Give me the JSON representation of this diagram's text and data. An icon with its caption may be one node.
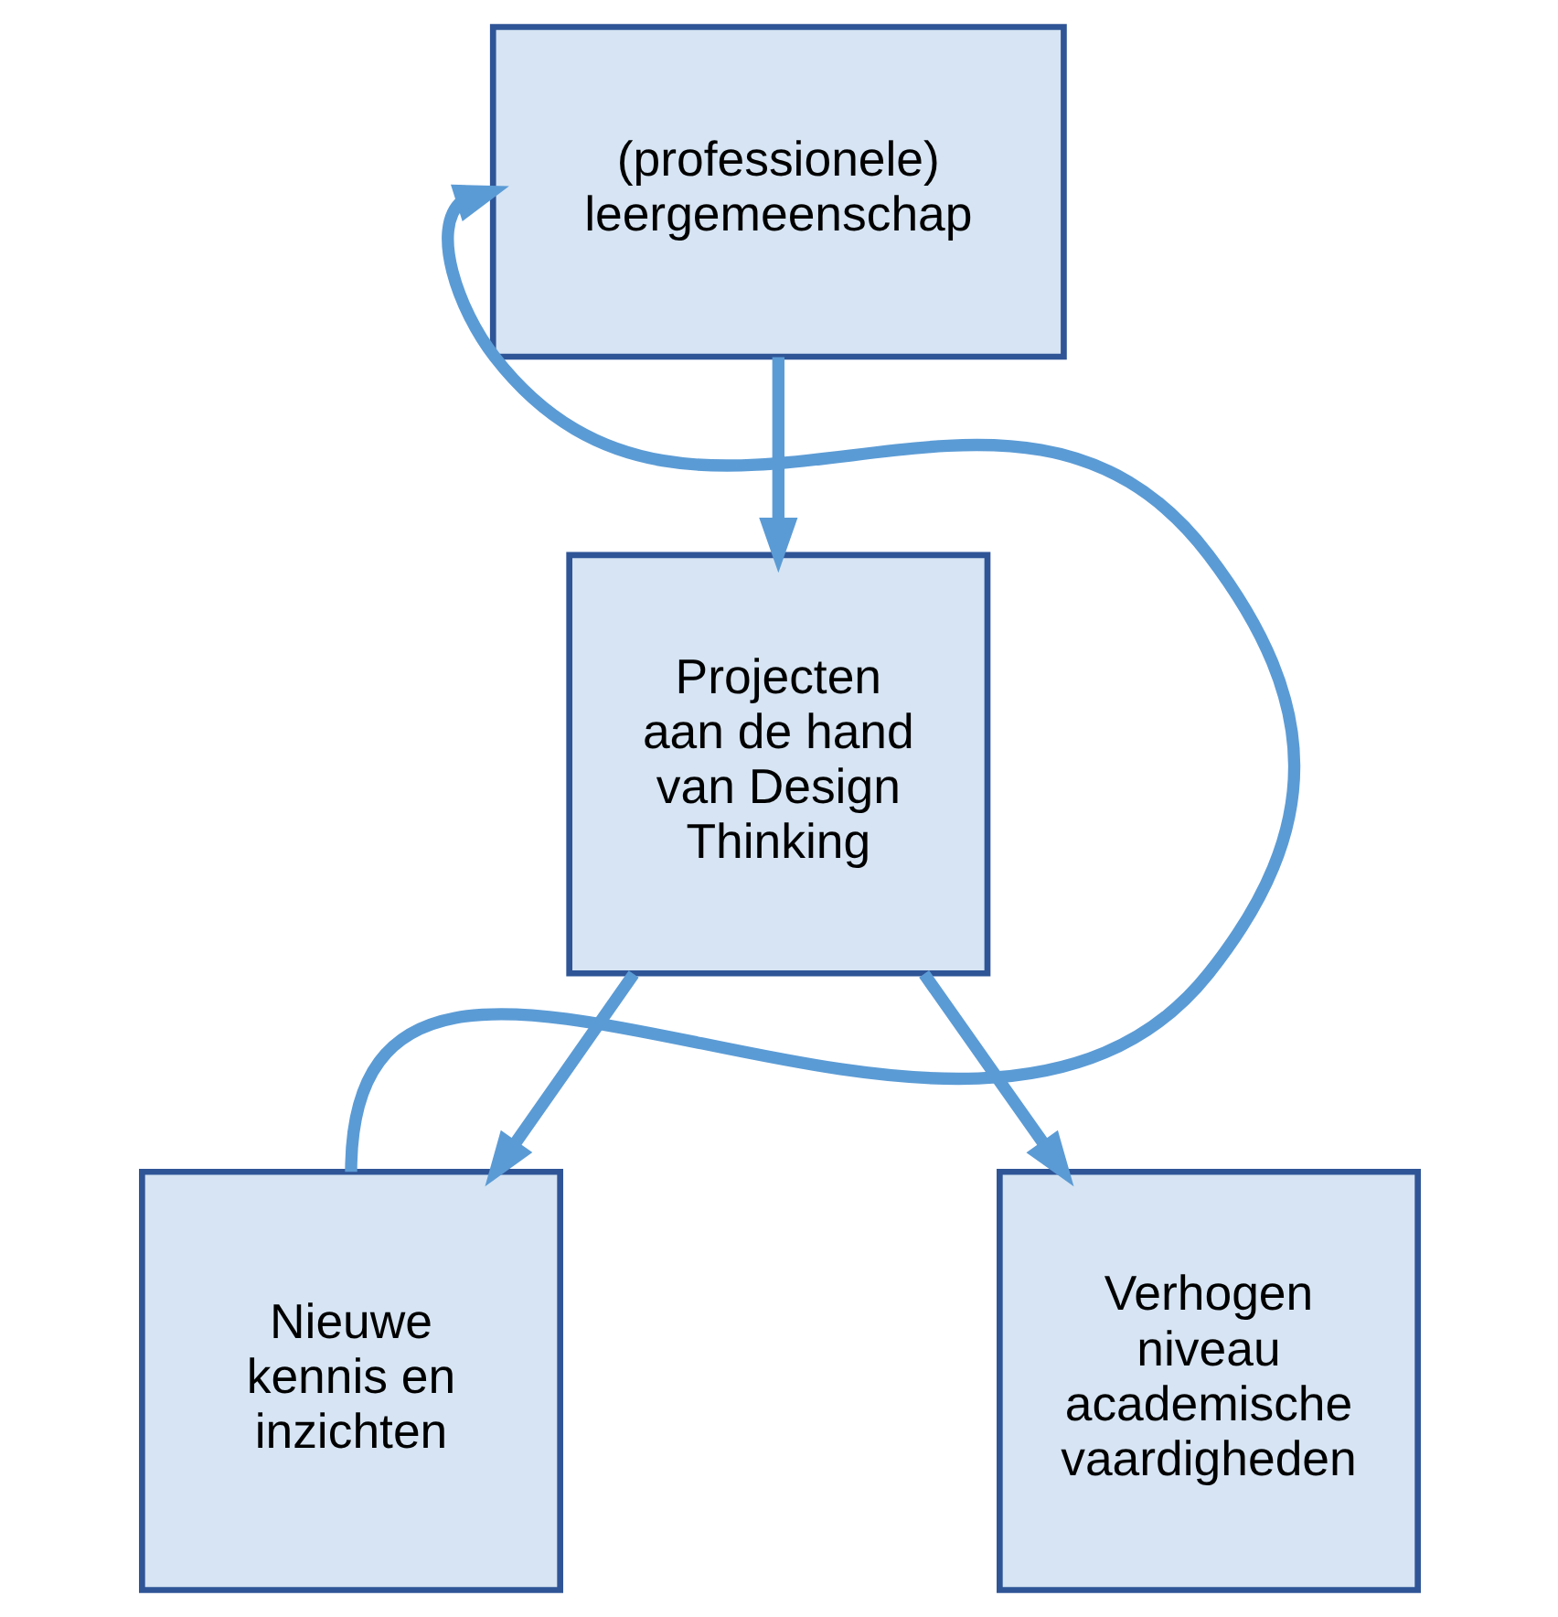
{
  "diagram": {
    "nodes": [
      {
        "text": [
          "(professionele) leergemeenschap"
        ]
      },
      {
        "text": [
          "Projecten aan de hand van Design Thinking"
        ]
      },
      {
        "text": [
          "Nieuwe kennis en inzichten"
        ]
      },
      {
        "text": [
          "Verhogen niveau academische vaardigheden"
        ]
      }
    ],
    "edges": [
      {
        "from": 0,
        "to": 1,
        "arrow": "to"
      },
      {
        "from": 1,
        "to": 2,
        "arrow": "to"
      },
      {
        "from": 1,
        "to": 3,
        "arrow": "to"
      },
      {
        "from": 2,
        "to": 0,
        "arrow": "to"
      }
    ]
  }
}
